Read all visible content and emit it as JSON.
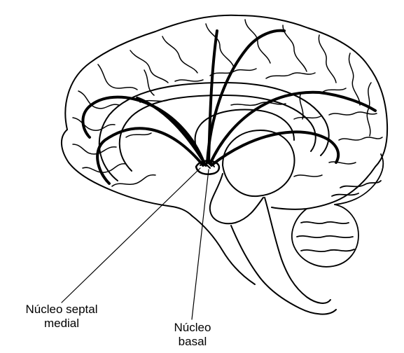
{
  "labels": {
    "septal_line1": "Núcleo septal",
    "septal_line2": "medial",
    "basal_line1": "Núcleo",
    "basal_line2": "basal"
  },
  "colors": {
    "ink": "#000000",
    "background": "#ffffff"
  }
}
